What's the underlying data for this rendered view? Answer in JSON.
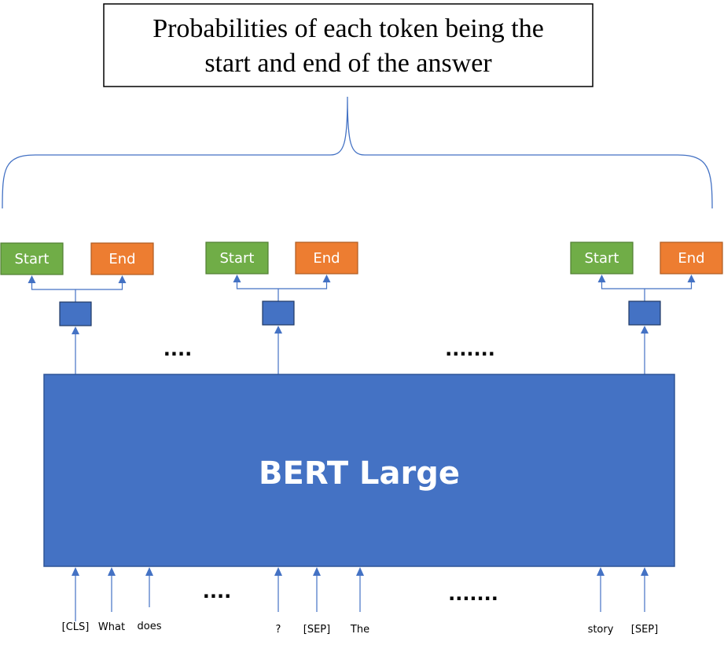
{
  "title": {
    "line1": "Probabilities of each token being the",
    "line2": "start and end of the answer"
  },
  "model": {
    "label": "BERT Large"
  },
  "heads": {
    "start_label": "Start",
    "end_label": "End"
  },
  "ellipsis": {
    "short": "....",
    "long": "......."
  },
  "tokens": [
    "[CLS]",
    "What",
    "does",
    "?",
    "[SEP]",
    "The",
    "story",
    "[SEP]"
  ],
  "colors": {
    "start_head": "#70AD47",
    "end_head": "#ED7D31",
    "model_block": "#4472C4",
    "arrow": "#4472C4",
    "box_border": "#000000"
  }
}
